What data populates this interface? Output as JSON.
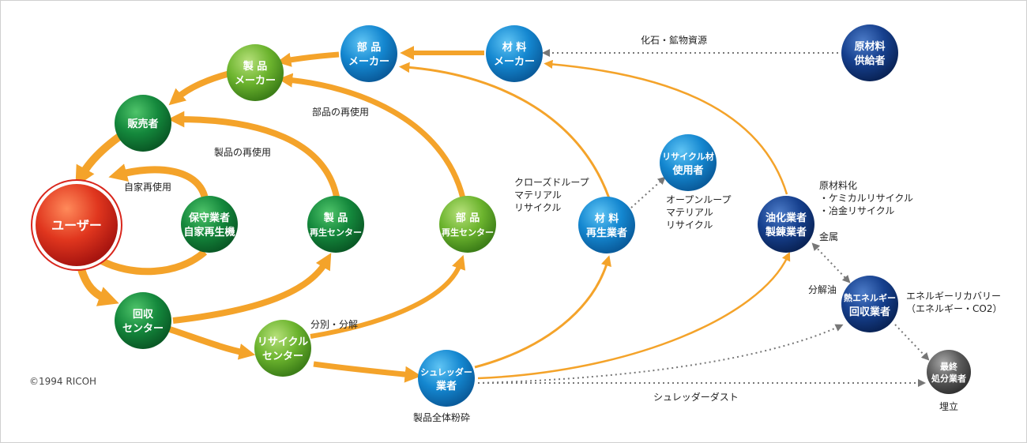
{
  "nodes": {
    "user": "ユーザー",
    "seller": "販売者",
    "product_maker": [
      "製 品",
      "メーカー"
    ],
    "parts_maker": [
      "部 品",
      "メーカー"
    ],
    "material_maker": [
      "材 料",
      "メーカー"
    ],
    "raw_supplier": [
      "原材料",
      "供給者"
    ],
    "maintenance": [
      "保守業者",
      "自家再生機"
    ],
    "product_regen": [
      "製 品",
      "再生センター"
    ],
    "parts_regen": [
      "部 品",
      "再生センター"
    ],
    "material_regen": [
      "材 料",
      "再生業者"
    ],
    "recycled_user": [
      "リサイクル材",
      "使用者"
    ],
    "refinery": [
      "油化業者",
      "製錬業者"
    ],
    "collection": [
      "回収",
      "センター"
    ],
    "recycle_center": [
      "リサイクル",
      "センター"
    ],
    "shredder": [
      "シュレッダー",
      "業者"
    ],
    "thermal": [
      "熱エネルギー",
      "回収業者"
    ],
    "final_disposal": [
      "最終",
      "処分業者"
    ]
  },
  "labels": {
    "fossil": "化石・鉱物資源",
    "parts_reuse": "部品の再使用",
    "product_reuse": "製品の再使用",
    "self_reuse": "自家再使用",
    "closed_loop": [
      "クローズドループ",
      "マテリアル",
      "リサイクル"
    ],
    "open_loop": [
      "オープンループ",
      "マテリアル",
      "リサイクル"
    ],
    "raw_material": [
      "原材料化",
      "・ケミカルリサイクル",
      "・冶金リサイクル"
    ],
    "metal": "金属",
    "decomp_oil": "分解油",
    "energy": [
      "エネルギーリカバリー",
      "（エネルギー・CO2）"
    ],
    "sorting": "分別・分解",
    "crushing": "製品全体粉砕",
    "shredder_dust": "シュレッダーダスト",
    "landfill": "埋立",
    "copyright": "©1994 RICOH"
  },
  "colors": {
    "arrow": "#f4a32a",
    "dotted": "#777777",
    "red": "#d9261c",
    "green_dark": "#12823a",
    "green_light": "#6ab42e",
    "blue": "#1488d0",
    "navy": "#0f3c8c",
    "gray": "#555555"
  }
}
